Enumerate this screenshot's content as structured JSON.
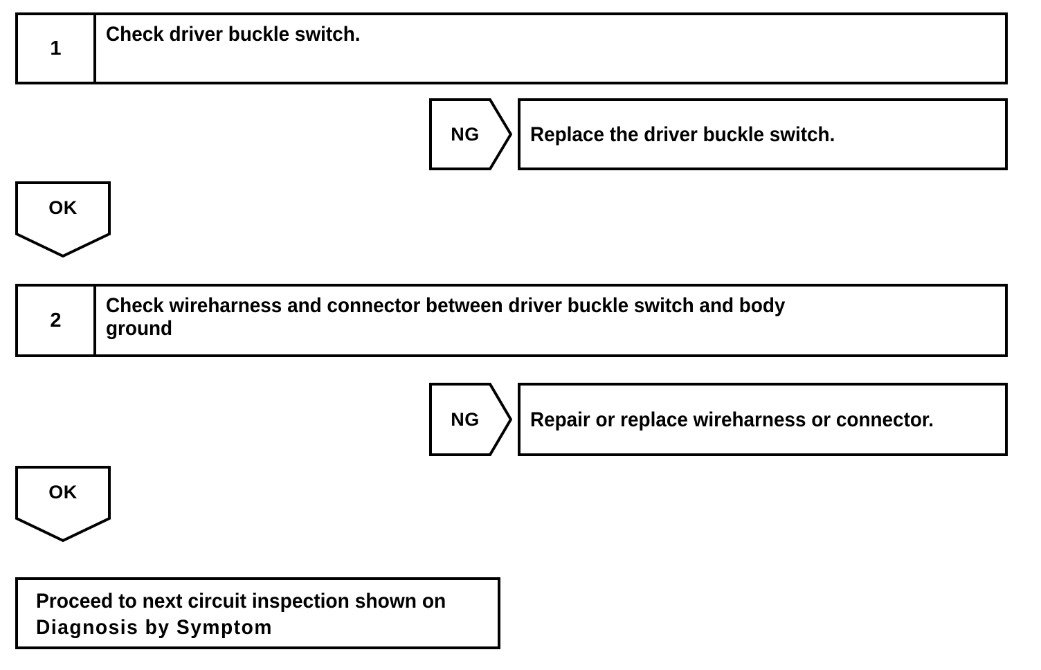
{
  "document": {
    "title": "Driver Buckle Switch Diagnostic Flowchart",
    "type": "troubleshooting-flowchart",
    "ink_color": "#000000",
    "background_color": "#ffffff"
  },
  "steps": [
    {
      "number": "1",
      "lines": [
        "Check driver buckle switch."
      ]
    },
    {
      "number": "2",
      "lines": [
        "Check wireharness and connector between driver buckle switch and body",
        "ground"
      ]
    }
  ],
  "branches": [
    {
      "tag": "NG",
      "action": "Replace the driver buckle switch."
    },
    {
      "tag": "NG",
      "action": "Repair or replace wireharness or connector."
    }
  ],
  "pass_markers": [
    {
      "tag": "OK"
    },
    {
      "tag": "OK"
    }
  ],
  "final": {
    "lines": [
      "Proceed to next circuit inspection shown on",
      "Diagnosis by Symptom"
    ]
  }
}
